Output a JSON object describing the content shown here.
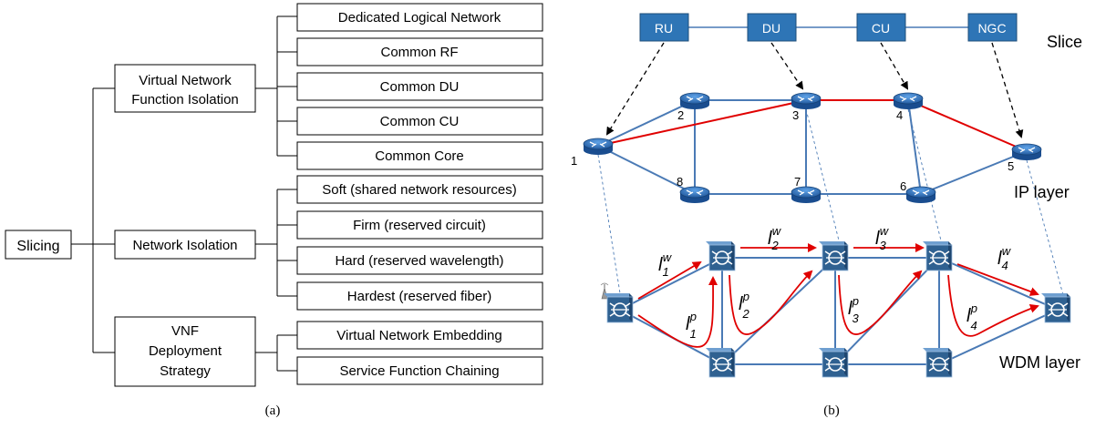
{
  "panel_a": {
    "caption": "(a)",
    "root": "Slicing",
    "groups": [
      {
        "label_lines": [
          "Virtual Network",
          "Function Isolation"
        ],
        "leaves": [
          "Dedicated Logical Network",
          "Common RF",
          "Common DU",
          "Common CU",
          "Common Core"
        ]
      },
      {
        "label_lines": [
          "Network Isolation"
        ],
        "leaves": [
          "Soft (shared network resources)",
          "Firm (reserved circuit)",
          "Hard (reserved wavelength)",
          "Hardest (reserved fiber)"
        ]
      },
      {
        "label_lines": [
          "VNF",
          "Deployment",
          "Strategy"
        ],
        "leaves": [
          "Virtual Network Embedding",
          "Service Function Chaining"
        ]
      }
    ]
  },
  "panel_b": {
    "caption": "(b)",
    "slice_label": "Slice",
    "ip_layer_label": "IP layer",
    "wdm_layer_label": "WDM layer",
    "slice_nodes": [
      "RU",
      "DU",
      "CU",
      "NGC"
    ],
    "ip_nodes": [
      "1",
      "2",
      "3",
      "4",
      "5",
      "6",
      "7",
      "8"
    ],
    "lightpath_labels": [
      {
        "base": "l",
        "sub": "1",
        "sup": "w"
      },
      {
        "base": "l",
        "sub": "2",
        "sup": "w"
      },
      {
        "base": "l",
        "sub": "3",
        "sup": "w"
      },
      {
        "base": "l",
        "sub": "4",
        "sup": "w"
      },
      {
        "base": "l",
        "sub": "1",
        "sup": "p"
      },
      {
        "base": "l",
        "sub": "2",
        "sup": "p"
      },
      {
        "base": "l",
        "sub": "3",
        "sup": "p"
      },
      {
        "base": "l",
        "sub": "4",
        "sup": "p"
      }
    ],
    "colors": {
      "slice_box": "#2e75b6",
      "link_blue": "#4a7ab5",
      "link_red": "#e00000",
      "router": "#2966b0",
      "oxc": "#2f6191"
    }
  }
}
